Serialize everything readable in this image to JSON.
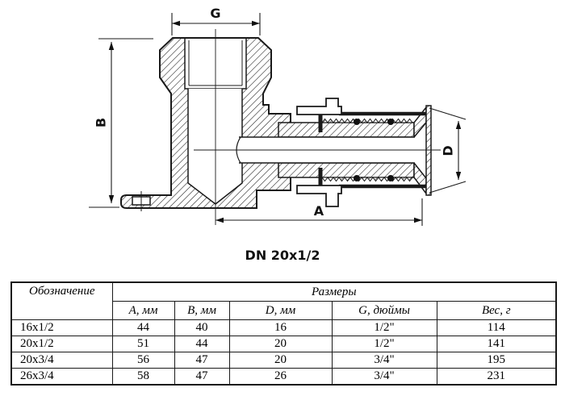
{
  "drawing": {
    "dim_labels": {
      "top": "G",
      "left": "B",
      "right": "D",
      "bottom": "A"
    },
    "caption": "DN 20x1/2"
  },
  "table": {
    "designation_header": "Обозначение",
    "sizes_header": "Размеры",
    "columns": [
      "А, мм",
      "В, мм",
      "D, мм",
      "G, дюймы",
      "Вес, г"
    ],
    "rows": [
      [
        "16x1/2",
        "44",
        "40",
        "16",
        "1/2\"",
        "114"
      ],
      [
        "20x1/2",
        "51",
        "44",
        "20",
        "1/2\"",
        "141"
      ],
      [
        "20x3/4",
        "56",
        "47",
        "20",
        "3/4\"",
        "195"
      ],
      [
        "26x3/4",
        "58",
        "47",
        "26",
        "3/4\"",
        "231"
      ]
    ]
  }
}
